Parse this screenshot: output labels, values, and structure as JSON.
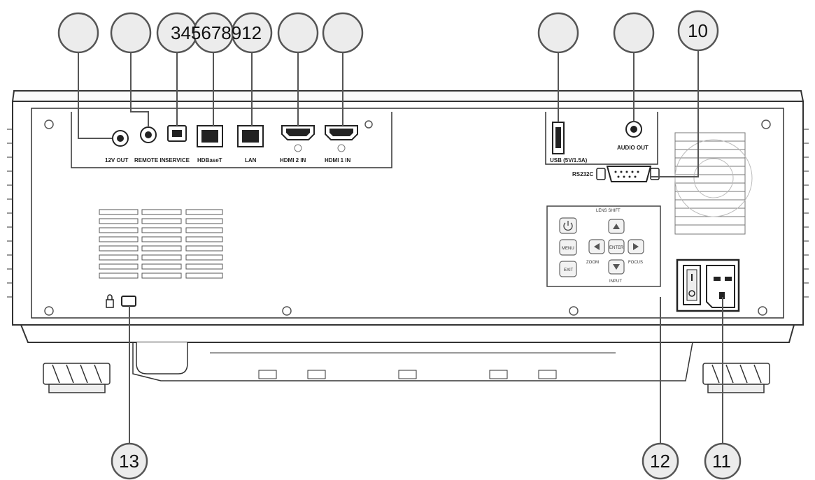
{
  "callouts": {
    "c1": "",
    "c2": "",
    "c3_overlap": "345678912",
    "c6": "",
    "c7": "",
    "c8": "",
    "c9": "",
    "c10": "10",
    "c11": "11",
    "c12": "12",
    "c13": "13"
  },
  "ports": {
    "p12v_out": "12V OUT",
    "remote_in": "REMOTE IN",
    "service": "SERVICE",
    "hdbaset": "HDBaseT",
    "lan": "LAN",
    "hdmi2": "HDMI 2 IN",
    "hdmi1": "HDMI 1 IN",
    "usb": "USB (5V/1.5A)",
    "audio_out": "AUDIO OUT",
    "rs232": "RS232C"
  },
  "keypad": {
    "title": "LENS SHIFT",
    "menu": "MENU",
    "exit": "EXIT",
    "enter": "ENTER",
    "zoom": "ZOOM",
    "focus": "FOCUS",
    "input": "INPUT"
  },
  "icons": {
    "lock": "kensington-lock-icon",
    "power": "power-icon"
  }
}
